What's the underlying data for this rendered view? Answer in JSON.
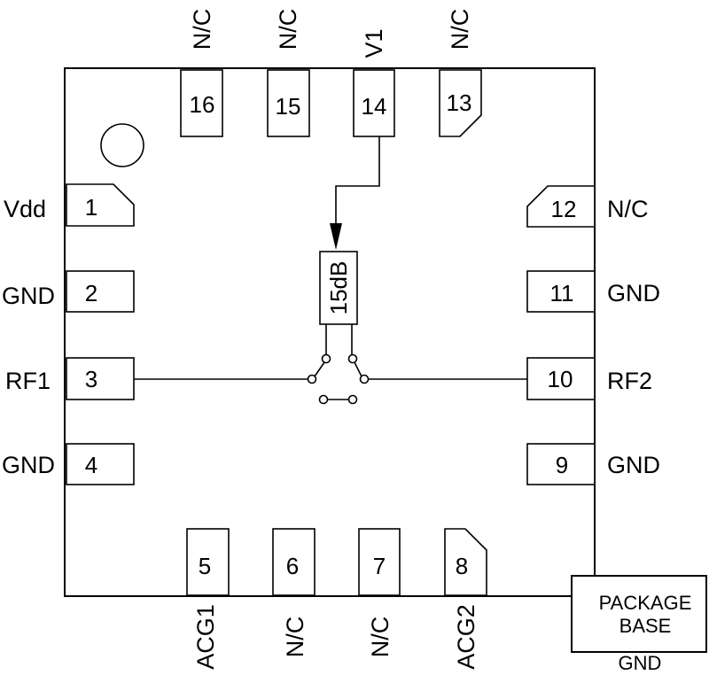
{
  "pins": [
    {
      "number": "1",
      "name": "Vdd"
    },
    {
      "number": "2",
      "name": "GND"
    },
    {
      "number": "3",
      "name": "RF1"
    },
    {
      "number": "4",
      "name": "GND"
    },
    {
      "number": "5",
      "name": "ACG1"
    },
    {
      "number": "6",
      "name": "N/C"
    },
    {
      "number": "7",
      "name": "N/C"
    },
    {
      "number": "8",
      "name": "ACG2"
    },
    {
      "number": "9",
      "name": "GND"
    },
    {
      "number": "10",
      "name": "RF2"
    },
    {
      "number": "11",
      "name": "GND"
    },
    {
      "number": "12",
      "name": "N/C"
    },
    {
      "number": "13",
      "name": "N/C"
    },
    {
      "number": "14",
      "name": "V1"
    },
    {
      "number": "15",
      "name": "N/C"
    },
    {
      "number": "16",
      "name": "N/C"
    }
  ],
  "attenuator": {
    "label": "15dB"
  },
  "package_base": {
    "line1": "PACKAGE",
    "line2": "BASE",
    "connection": "GND"
  }
}
